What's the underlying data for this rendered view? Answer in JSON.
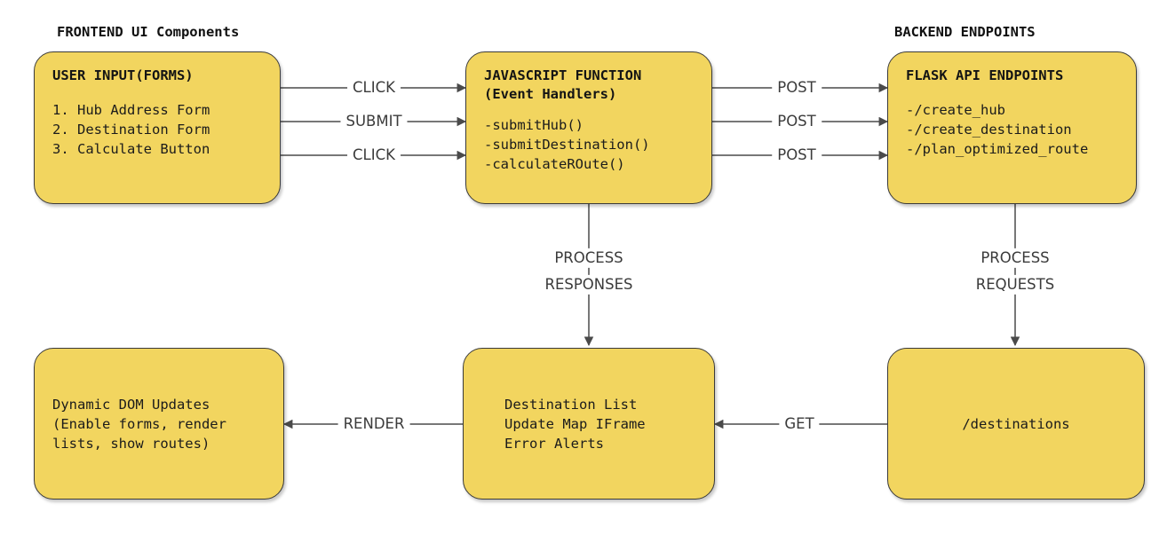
{
  "sections": [
    {
      "id": "frontend",
      "label": "FRONTEND UI Components"
    },
    {
      "id": "backend",
      "label": "BACKEND ENDPOINTS"
    }
  ],
  "colors": {
    "node_fill": "#F2D55F",
    "node_border": "#3a3a3a",
    "edge": "#4a4a4a",
    "text": "#141414",
    "background": "#ffffff"
  },
  "nodes": {
    "user_input": {
      "title": "USER INPUT(FORMS)",
      "lines": "1. Hub Address Form\n2. Destination Form\n3. Calculate Button"
    },
    "js_function": {
      "title": "JAVASCRIPT FUNCTION\n(Event Handlers)",
      "lines": "-submitHub()\n-submitDestination()\n-calculateROute()"
    },
    "flask_api": {
      "title": "FLASK API ENDPOINTS",
      "lines": "-/create_hub\n-/create_destination\n-/plan_optimized_route"
    },
    "dom_updates": {
      "lines": "Dynamic DOM Updates\n(Enable forms, render\nlists, show routes)"
    },
    "render_targets": {
      "lines": "Destination List\nUpdate Map IFrame\nError Alerts"
    },
    "destinations": {
      "lines": "/destinations"
    }
  },
  "edges": [
    {
      "id": "click-1",
      "label": "CLICK"
    },
    {
      "id": "submit-1",
      "label": "SUBMIT"
    },
    {
      "id": "click-2",
      "label": "CLICK"
    },
    {
      "id": "post-1",
      "label": "POST"
    },
    {
      "id": "post-2",
      "label": "POST"
    },
    {
      "id": "post-3",
      "label": "POST"
    },
    {
      "id": "process-responses",
      "label": "PROCESS\nRESPONSES"
    },
    {
      "id": "process-requests",
      "label": "PROCESS\nREQUESTS"
    },
    {
      "id": "render",
      "label": "RENDER"
    },
    {
      "id": "get",
      "label": "GET"
    }
  ],
  "edge_labels": {
    "click_1": "CLICK",
    "submit_1": "SUBMIT",
    "click_2": "CLICK",
    "post_1": "POST",
    "post_2": "POST",
    "post_3": "POST",
    "process_responses_a": "PROCESS",
    "process_responses_b": "RESPONSES",
    "process_requests_a": "PROCESS",
    "process_requests_b": "REQUESTS",
    "render": "RENDER",
    "get": "GET"
  }
}
